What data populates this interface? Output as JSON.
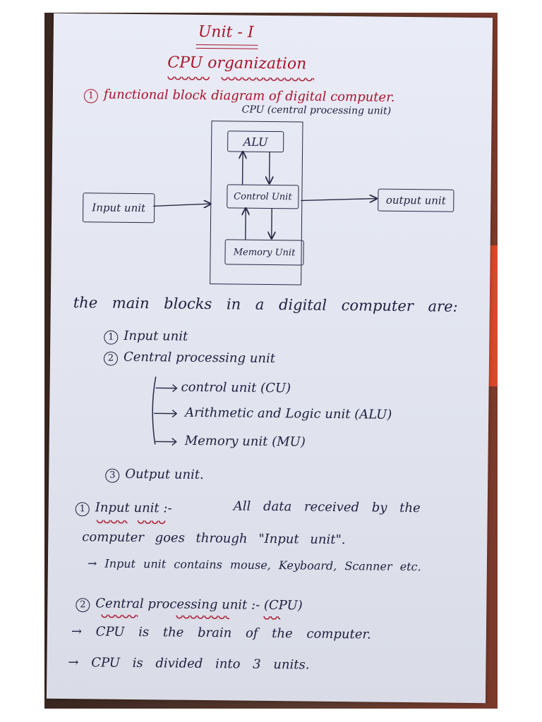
{
  "heading": {
    "unit": "Unit - I",
    "topic": "CPU organization"
  },
  "section_title": "functional block diagram of digital computer.",
  "diagram": {
    "cpu_label": "CPU (central processing unit)",
    "alu": "ALU",
    "control_unit": "Control Unit",
    "memory_unit": "Memory Unit",
    "input_unit": "Input unit",
    "output_unit": "output unit"
  },
  "blocks_intro": "the main blocks in a digital computer are:",
  "blocks": {
    "b1": "Input unit",
    "b2": "Central processing unit",
    "cu": "control unit (CU)",
    "alu": "Arithmetic and Logic unit (ALU)",
    "mu": "Memory unit (MU)",
    "b3": "Output unit."
  },
  "input_section": {
    "head": "Input unit :-",
    "line1": "All data received by the",
    "line2": "computer goes through \"Input unit\".",
    "line3": "→ Input unit contains mouse, Keyboard, Scanner etc."
  },
  "cpu_section": {
    "head": "Central processing unit :- (CPU)",
    "line1": "→ CPU is the brain of the computer.",
    "line2": "→ CPU is divided into 3 units."
  },
  "numbers": [
    "1",
    "2",
    "3"
  ]
}
